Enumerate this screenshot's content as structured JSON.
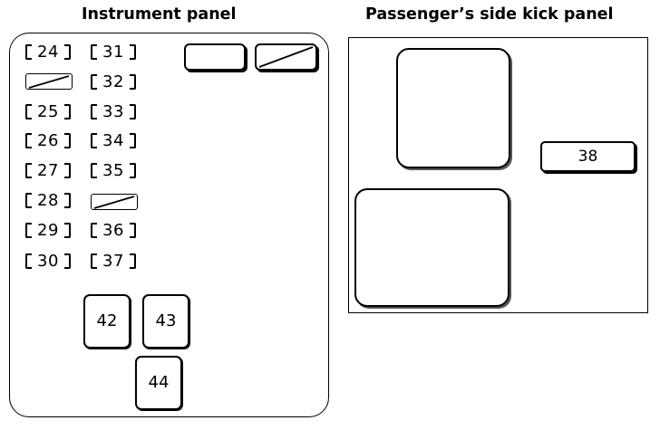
{
  "titles": {
    "instrument_panel": "Instrument panel",
    "kick_panel": "Passenger’s side kick panel"
  },
  "fuses": {
    "f24": "24",
    "f25": "25",
    "f26": "26",
    "f27": "27",
    "f28": "28",
    "f29": "29",
    "f30": "30",
    "f31": "31",
    "f32": "32",
    "f33": "33",
    "f34": "34",
    "f35": "35",
    "f36": "36",
    "f37": "37",
    "f38": "38",
    "f42": "42",
    "f43": "43",
    "f44": "44"
  }
}
